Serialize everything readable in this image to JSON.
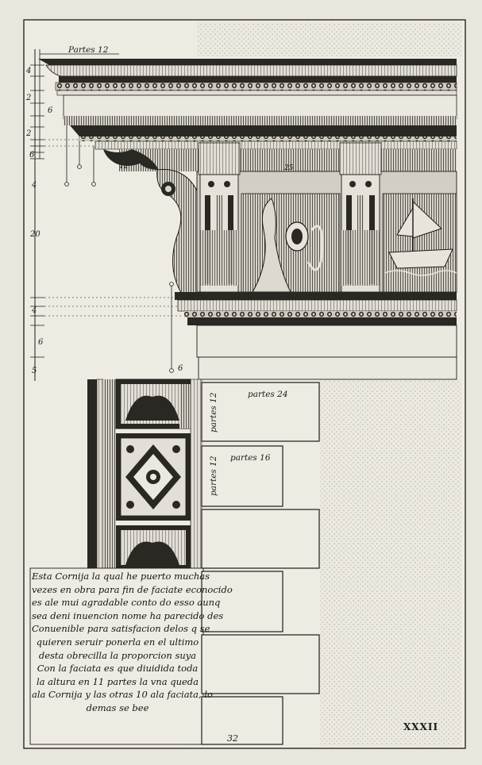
{
  "top_scale": {
    "label": "Partes 12"
  },
  "left_measures": [
    "4",
    "2",
    "6",
    "2",
    "6",
    "4",
    "20",
    "4",
    "6",
    "5"
  ],
  "cornice_marks": [
    "12",
    "25"
  ],
  "side_mark": "6",
  "blocks": [
    {
      "width_label": "partes 24",
      "height_label": "partes 12"
    },
    {
      "width_label": "partes 16",
      "height_label": "partes 12"
    }
  ],
  "caption": [
    "Esta Cornija la qual he puerto muchas",
    "vezes en obra para fin de faciate econocido",
    "es ale mui agradable conto do esso aunq",
    "sea deni inuencion nome ha parecido des",
    "Conuenible para satisfacion delos q se",
    "quieren seruir ponerla en el ultimo",
    "desta obrecilla la proporcion suya",
    "Con la faciata es que diuidida toda",
    "la altura en 11 partes la vna queda",
    "ala Cornija y las otras 10 ala faciata, lo",
    "demas se bee"
  ],
  "page_number": "32",
  "plate_number": "XXXII"
}
